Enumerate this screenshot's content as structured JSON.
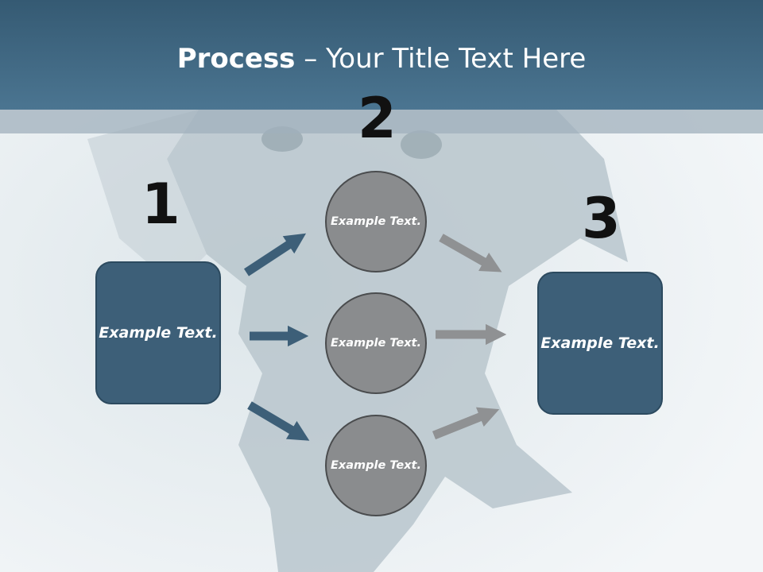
{
  "header": {
    "title_bold": "Process",
    "title_rest": " – Your Title Text Here"
  },
  "steps": {
    "one": {
      "number": "1",
      "text": "Example Text."
    },
    "two": {
      "number": "2",
      "circles": [
        "Example Text.",
        "Example Text.",
        "Example Text."
      ]
    },
    "three": {
      "number": "3",
      "text": "Example Text."
    }
  },
  "colors": {
    "header": "#4b7591",
    "box_fill": "#3d5f78",
    "circle_fill": "#8a8c8e",
    "arrow_blue": "#3d5f78",
    "arrow_gray": "#8f9193"
  }
}
